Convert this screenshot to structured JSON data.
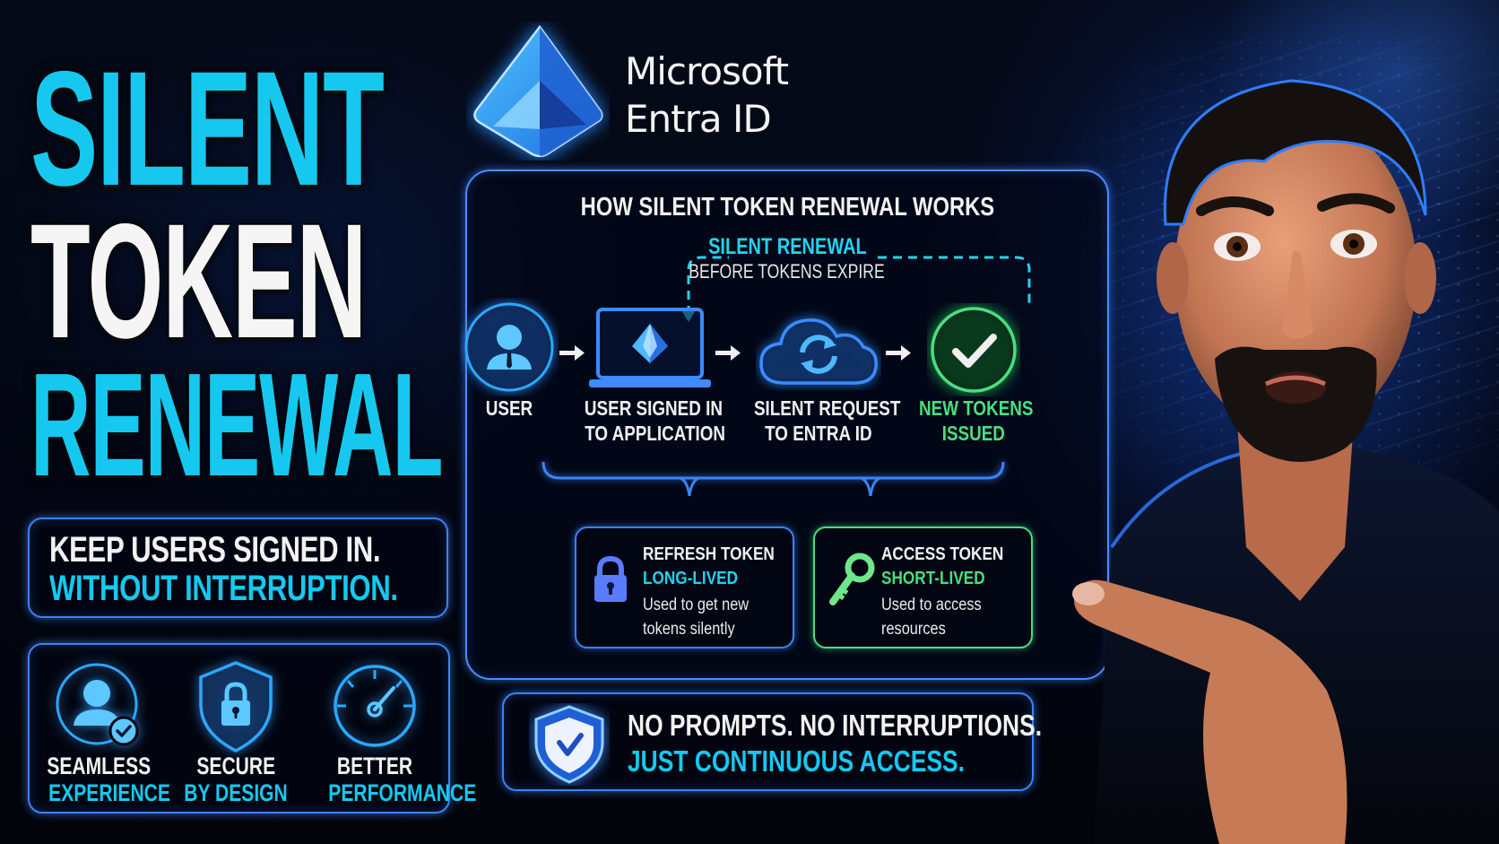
{
  "title": {
    "line1": "SILENT",
    "line2": "TOKEN",
    "line3": "RENEWAL"
  },
  "tagline": {
    "line1": "KEEP USERS SIGNED IN.",
    "line2": "WITHOUT INTERRUPTION."
  },
  "features": [
    {
      "icon": "user-check-icon",
      "line1": "SEAMLESS",
      "line2": "EXPERIENCE"
    },
    {
      "icon": "shield-lock-icon",
      "line1": "SECURE",
      "line2": "BY DESIGN"
    },
    {
      "icon": "speedometer-icon",
      "line1": "BETTER",
      "line2": "PERFORMANCE"
    }
  ],
  "logo": {
    "icon": "entra-id-pyramid-icon",
    "line1": "Microsoft",
    "line2": "Entra ID"
  },
  "diagram": {
    "title": "HOW SILENT TOKEN RENEWAL WORKS",
    "loop": {
      "label": "SILENT RENEWAL",
      "sublabel": "BEFORE TOKENS EXPIRE"
    },
    "steps": [
      {
        "icon": "user-icon",
        "line1": "USER",
        "line2": ""
      },
      {
        "icon": "laptop-icon",
        "line1": "USER SIGNED IN",
        "line2": "TO APPLICATION"
      },
      {
        "icon": "cloud-sync-icon",
        "line1": "SILENT REQUEST",
        "line2": "TO ENTRA ID"
      },
      {
        "icon": "check-circle-icon",
        "line1": "NEW TOKENS",
        "line2": "ISSUED"
      }
    ],
    "tokens": [
      {
        "icon": "padlock-icon",
        "title": "REFRESH TOKEN",
        "lifetime": "LONG-LIVED",
        "desc1": "Used to get new",
        "desc2": "tokens silently",
        "color": "#22d3ee"
      },
      {
        "icon": "key-icon",
        "title": "ACCESS TOKEN",
        "lifetime": "SHORT-LIVED",
        "desc1": "Used to access",
        "desc2": "resources",
        "color": "#4ade80"
      }
    ]
  },
  "banner": {
    "icon": "shield-check-icon",
    "line1": "NO PROMPTS. NO INTERRUPTIONS.",
    "line2": "JUST CONTINUOUS ACCESS."
  },
  "colors": {
    "accent_cyan": "#16c8f0",
    "glow_blue": "#3b82f6",
    "success_green": "#4ade80",
    "background": "#02050d"
  }
}
